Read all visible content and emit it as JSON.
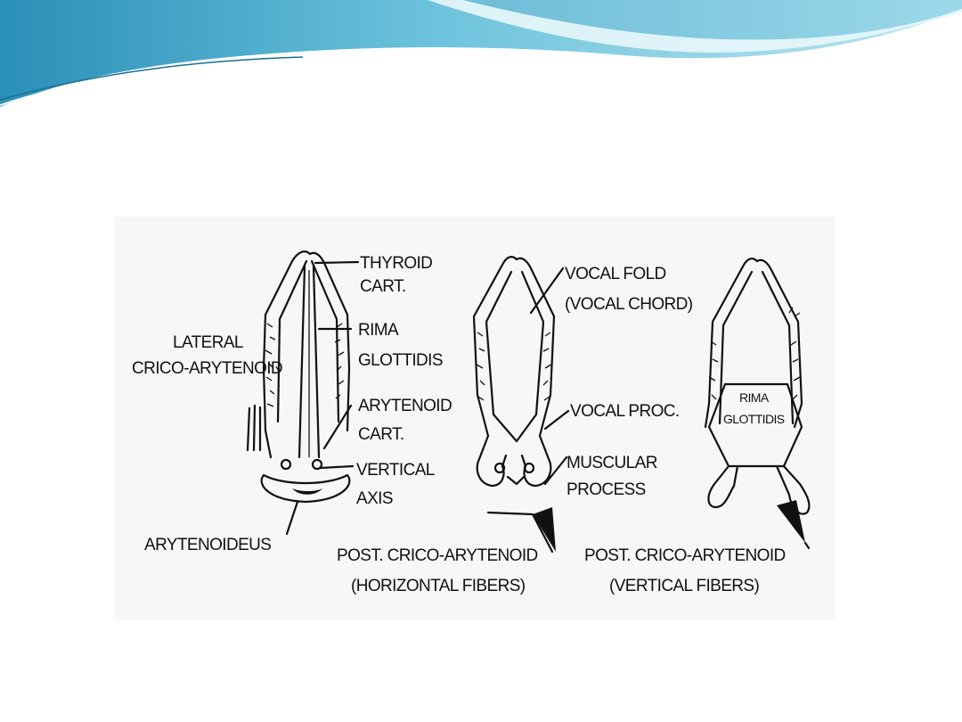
{
  "slide": {
    "background_color": "#ffffff",
    "header_wave_colors": [
      "#2a8fb8",
      "#6cc3dc",
      "#bfe6f0"
    ]
  },
  "diagram": {
    "label_color": "#111111",
    "labels": {
      "thyroid_cart_1": "THYROID",
      "thyroid_cart_2": "CART.",
      "rima_glottidis_left_1": "RIMA",
      "rima_glottidis_left_2": "GLOTTIDIS",
      "lateral_crico_1": "LATERAL",
      "lateral_crico_2": "CRICO-ARYTENOID",
      "arytenoid_cart_1": "ARYTENOID",
      "arytenoid_cart_2": "CART.",
      "vertical_axis_1": "VERTICAL",
      "vertical_axis_2": "AXIS",
      "arytenoideus": "ARYTENOIDEUS",
      "vocal_fold_1": "VOCAL FOLD",
      "vocal_fold_2": "(VOCAL CHORD)",
      "vocal_proc": "VOCAL PROC.",
      "muscular_process_1": "MUSCULAR",
      "muscular_process_2": "PROCESS",
      "post_crico_horiz_1": "POST. CRICO-ARYTENOID",
      "post_crico_horiz_2": "(HORIZONTAL FIBERS)",
      "rima_glottidis_right_1": "RIMA",
      "rima_glottidis_right_2": "GLOTTIDIS",
      "post_crico_vert_1": "POST. CRICO-ARYTENOID",
      "post_crico_vert_2": "(VERTICAL FIBERS)"
    }
  }
}
